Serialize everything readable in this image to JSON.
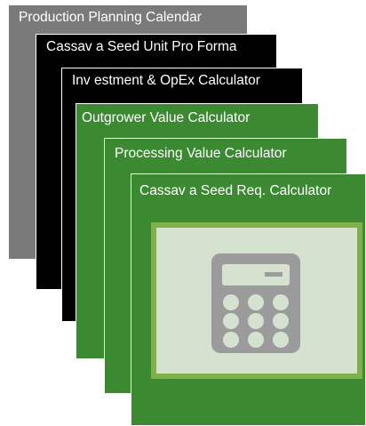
{
  "colors": {
    "calendar": "#7a7a7a",
    "pro_forma": "#000000",
    "investment": "#000000",
    "outgrower": "#3b8a32",
    "processing": "#3b8a32",
    "seed_req": "#3b8a32",
    "frame_border": "#7fb04a",
    "frame_fill": "#d6e2d0",
    "icon": "#9b9b9b",
    "icon_keys": "#d6e2d0"
  },
  "cards": [
    {
      "id": "calendar",
      "title": "Production Planning Calendar"
    },
    {
      "id": "pro_forma",
      "title": "Cassav a Seed Unit Pro Forma"
    },
    {
      "id": "investment",
      "title": "Inv estment & OpEx Calculator"
    },
    {
      "id": "outgrower",
      "title": "Outgrower Value Calculator"
    },
    {
      "id": "processing",
      "title": "Processing Value Calculator"
    },
    {
      "id": "seed_req",
      "title": "Cassav a Seed Req. Calculator"
    }
  ],
  "icon": "calculator-icon"
}
